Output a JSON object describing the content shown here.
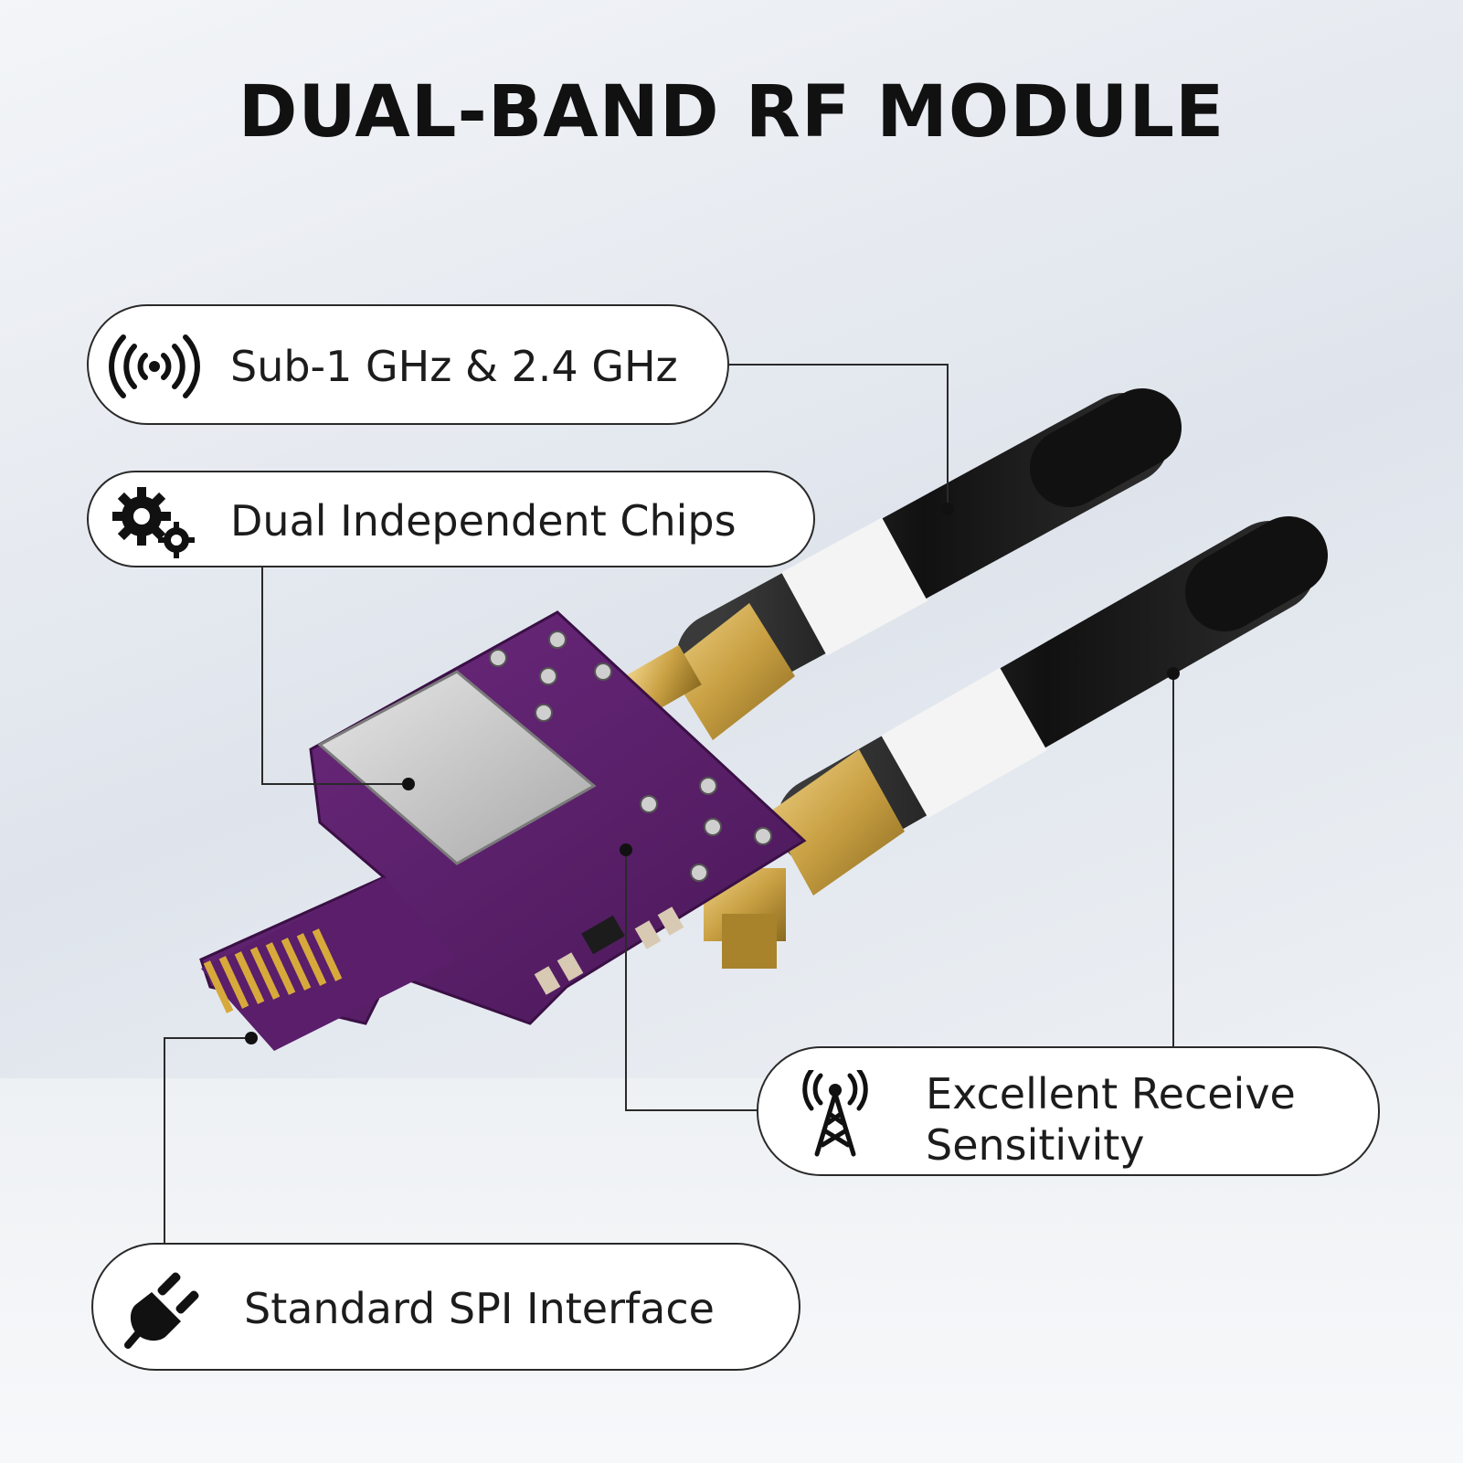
{
  "title": "DUAL-BAND RF MODULE",
  "features": [
    {
      "text": "Sub-1 GHz & 2.4 GHz",
      "icon": "wireless-signal-icon"
    },
    {
      "text": "Dual Independent Chips",
      "icon": "gears-icon"
    },
    {
      "text": "Excellent Receive\nSensitivity",
      "icon": "antenna-tower-icon"
    },
    {
      "text": "Standard SPI Interface",
      "icon": "plug-icon"
    }
  ],
  "colors": {
    "pcb": "#5b1f6b",
    "antenna": "#1a1a1a",
    "connector": "#c9a043",
    "outline": "#2a2a2a"
  }
}
